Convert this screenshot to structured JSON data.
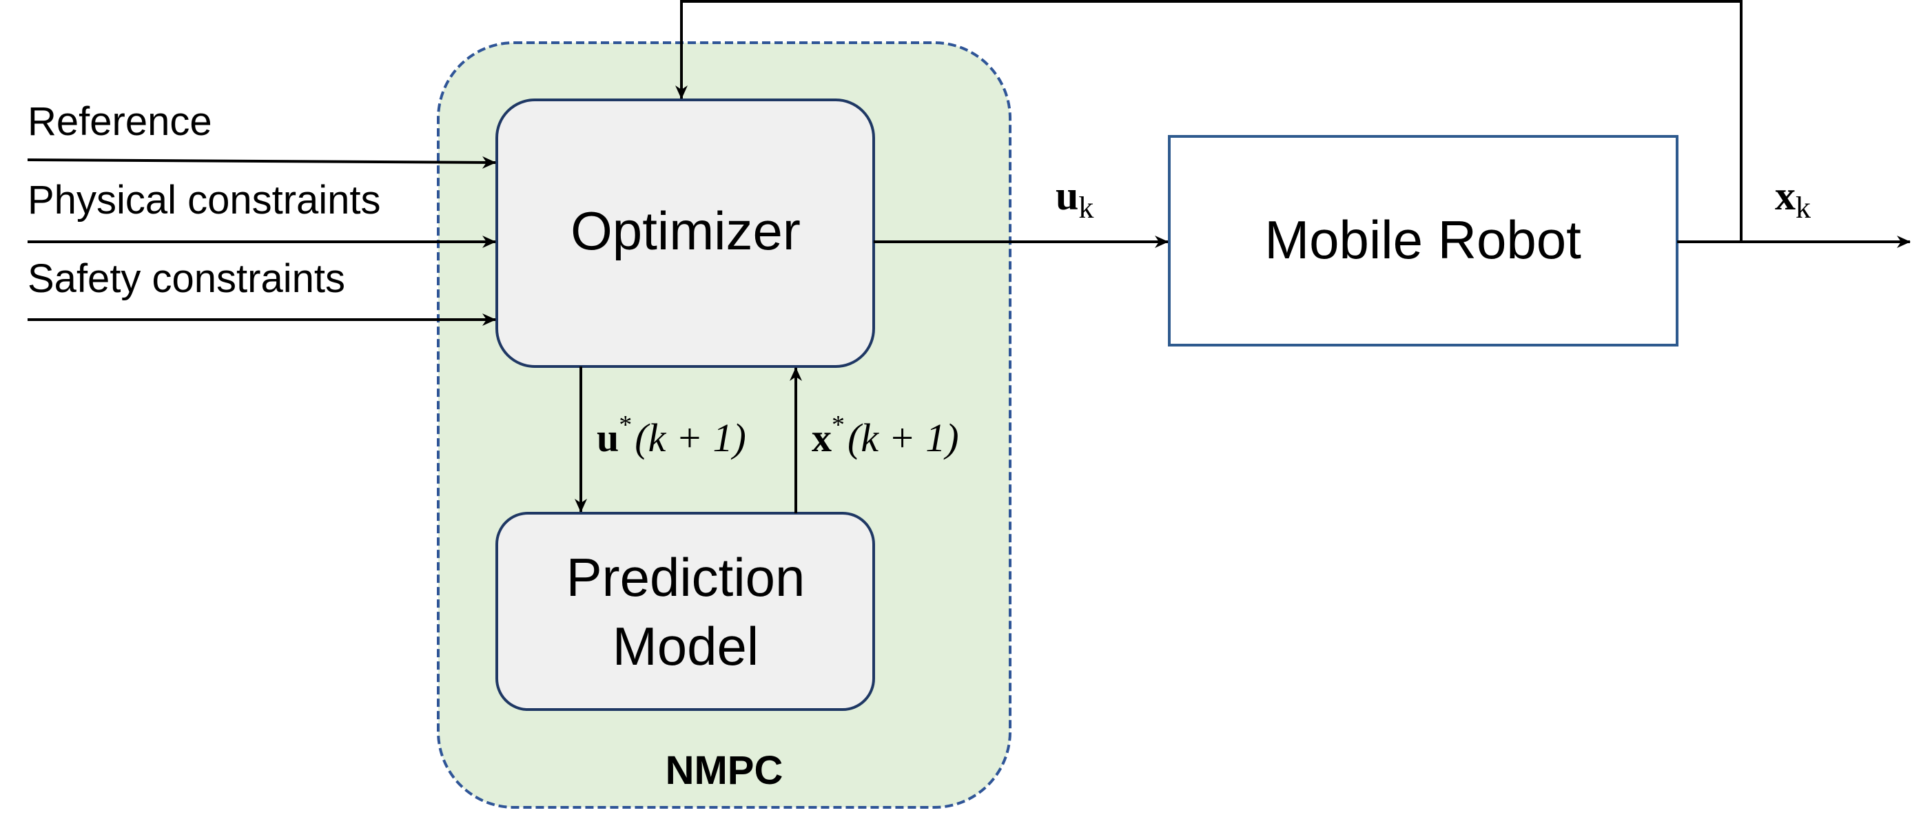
{
  "inputs": {
    "reference": "Reference",
    "physical_constraints": "Physical constraints",
    "safety_constraints": "Safety constraints"
  },
  "blocks": {
    "optimizer": "Optimizer",
    "prediction_model_line1": "Prediction",
    "prediction_model_line2": "Model",
    "mobile_robot": "Mobile Robot",
    "group_label": "NMPC"
  },
  "signals": {
    "u_k": {
      "main": "u",
      "sub": "k"
    },
    "x_k": {
      "main": "x",
      "sub": "k"
    },
    "u_star": {
      "main": "u",
      "sup": "*",
      "rest": "(k + 1)"
    },
    "x_star": {
      "main": "x",
      "sup": "*",
      "rest": "(k + 1)"
    }
  },
  "colors": {
    "nmpc_fill": "#e2efda",
    "nmpc_border": "#2f5597",
    "block_fill": "#f0f0f0",
    "block_border": "#1f3864",
    "robot_border": "#2e5a8e",
    "line": "#000000"
  }
}
